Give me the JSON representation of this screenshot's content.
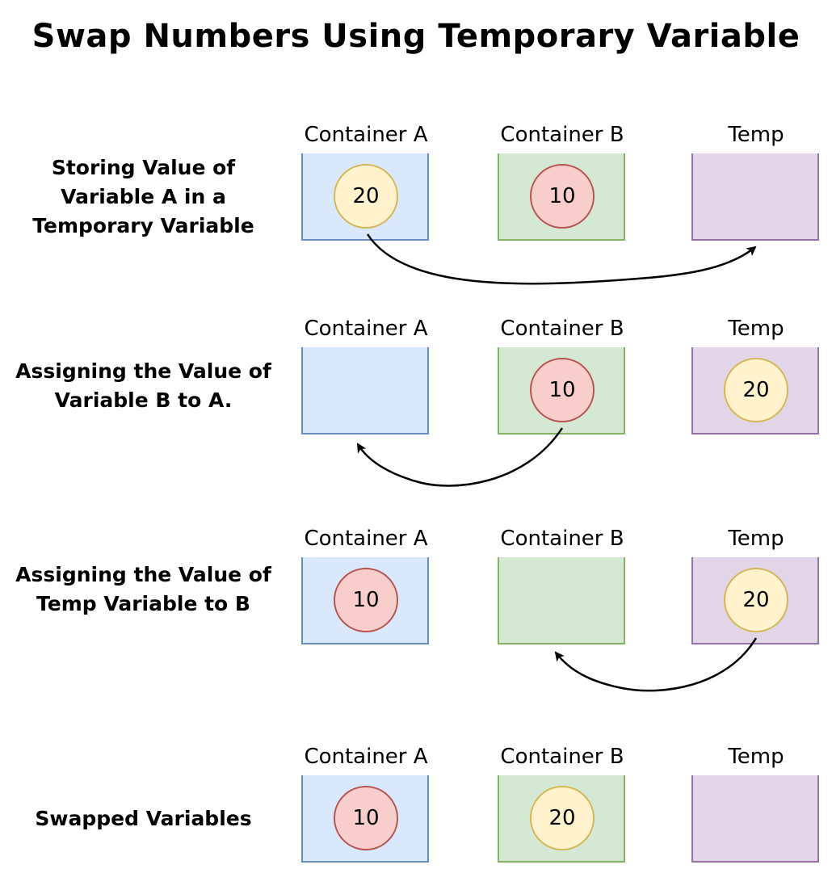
{
  "title": "Swap Numbers Using Temporary Variable",
  "steps": [
    {
      "label": "Storing Value of Variable A in a Temporary Variable",
      "container_a": {
        "name": "Container A",
        "value": "20",
        "coin": "yellow"
      },
      "container_b": {
        "name": "Container B",
        "value": "10",
        "coin": "red"
      },
      "temp": {
        "name": "Temp",
        "value": "",
        "coin": ""
      }
    },
    {
      "label": "Assigning the Value of Variable B to A.",
      "container_a": {
        "name": "Container A",
        "value": "",
        "coin": ""
      },
      "container_b": {
        "name": "Container B",
        "value": "10",
        "coin": "red"
      },
      "temp": {
        "name": "Temp",
        "value": "20",
        "coin": "yellow"
      }
    },
    {
      "label": "Assigning the Value of Temp Variable to B",
      "container_a": {
        "name": "Container A",
        "value": "10",
        "coin": "red"
      },
      "container_b": {
        "name": "Container B",
        "value": "",
        "coin": ""
      },
      "temp": {
        "name": "Temp",
        "value": "20",
        "coin": "yellow"
      }
    },
    {
      "label": "Swapped Variables",
      "container_a": {
        "name": "Container A",
        "value": "10",
        "coin": "red"
      },
      "container_b": {
        "name": "Container B",
        "value": "20",
        "coin": "yellow"
      },
      "temp": {
        "name": "Temp",
        "value": "",
        "coin": ""
      }
    }
  ],
  "colors": {
    "container_a_fill": "#dae8fc",
    "container_a_border": "#6c8ebf",
    "container_b_fill": "#d5e8d4",
    "container_b_border": "#82b366",
    "temp_fill": "#e1d5e7",
    "temp_border": "#9673a6",
    "coin_yellow_fill": "#fff2cc",
    "coin_yellow_border": "#d6b656",
    "coin_red_fill": "#f8cecc",
    "coin_red_border": "#b85450"
  }
}
